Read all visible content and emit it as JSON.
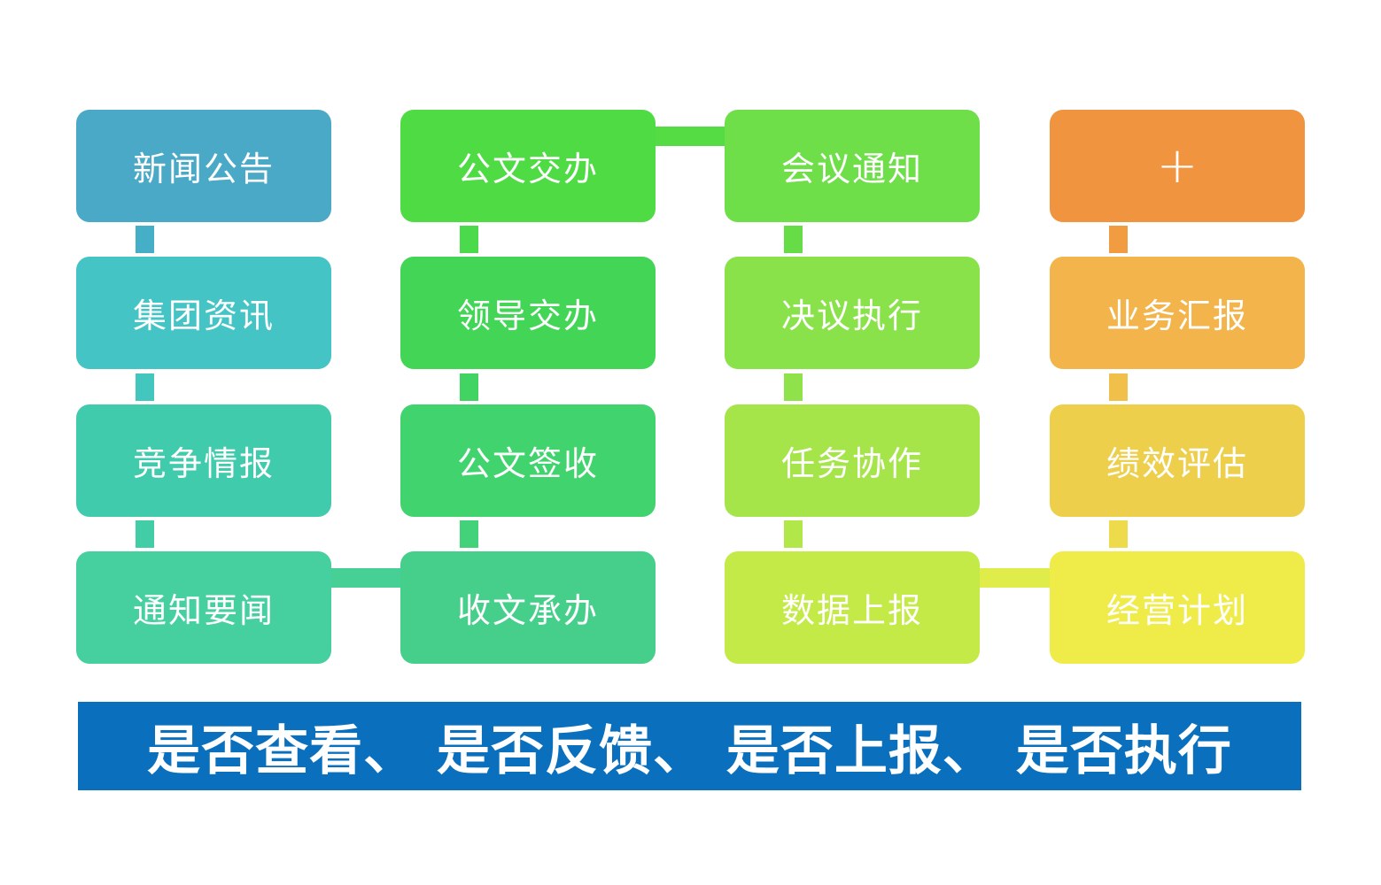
{
  "diagram": {
    "columns": [
      {
        "theme": "blue-teal",
        "boxes": [
          {
            "label": "新闻公告",
            "color": "#4AA9C6"
          },
          {
            "label": "集团资讯",
            "color": "#45C4C6"
          },
          {
            "label": "竞争情报",
            "color": "#41CBAD"
          },
          {
            "label": "通知要闻",
            "color": "#46D09F"
          }
        ],
        "vertical_connectors": [
          "#44AFC6",
          "#43C6BE",
          "#42CDA6"
        ]
      },
      {
        "theme": "green",
        "boxes": [
          {
            "label": "公文交办",
            "color": "#4EDB44"
          },
          {
            "label": "领导交办",
            "color": "#43D556"
          },
          {
            "label": "公文签收",
            "color": "#41D36E"
          },
          {
            "label": "收文承办",
            "color": "#46CF8B"
          }
        ],
        "vertical_connectors": [
          "#4BDA4B",
          "#42D462",
          "#43D27A"
        ]
      },
      {
        "theme": "yellow-green",
        "boxes": [
          {
            "label": "会议通知",
            "color": "#6EDE49"
          },
          {
            "label": "决议执行",
            "color": "#8AE24B"
          },
          {
            "label": "任务协作",
            "color": "#A6E54A"
          },
          {
            "label": "数据上报",
            "color": "#C4EA48"
          }
        ],
        "vertical_connectors": [
          "#66DD47",
          "#90E24B",
          "#B1E749"
        ]
      },
      {
        "theme": "orange-yellow",
        "boxes": [
          {
            "label": "+",
            "color": "#F1943F"
          },
          {
            "label": "业务汇报",
            "color": "#F2B44B"
          },
          {
            "label": "绩效评估",
            "color": "#EDCF4C"
          },
          {
            "label": "经营计划",
            "color": "#EFEC4A"
          }
        ],
        "vertical_connectors": [
          "#F29C42",
          "#F0C04B",
          "#EEDB4B"
        ]
      }
    ],
    "horizontal_connectors": [
      {
        "between": "公文交办-会议通知",
        "color": "#55DB44"
      },
      {
        "between": "通知要闻-收文承办",
        "color": "#46D096"
      },
      {
        "between": "数据上报-经营计划",
        "color": "#DFEC49"
      }
    ]
  },
  "banner": {
    "text": "是否查看、 是否反馈、 是否上报、 是否执行",
    "background": "#0A70BE",
    "text_color": "#FFFFFF"
  }
}
